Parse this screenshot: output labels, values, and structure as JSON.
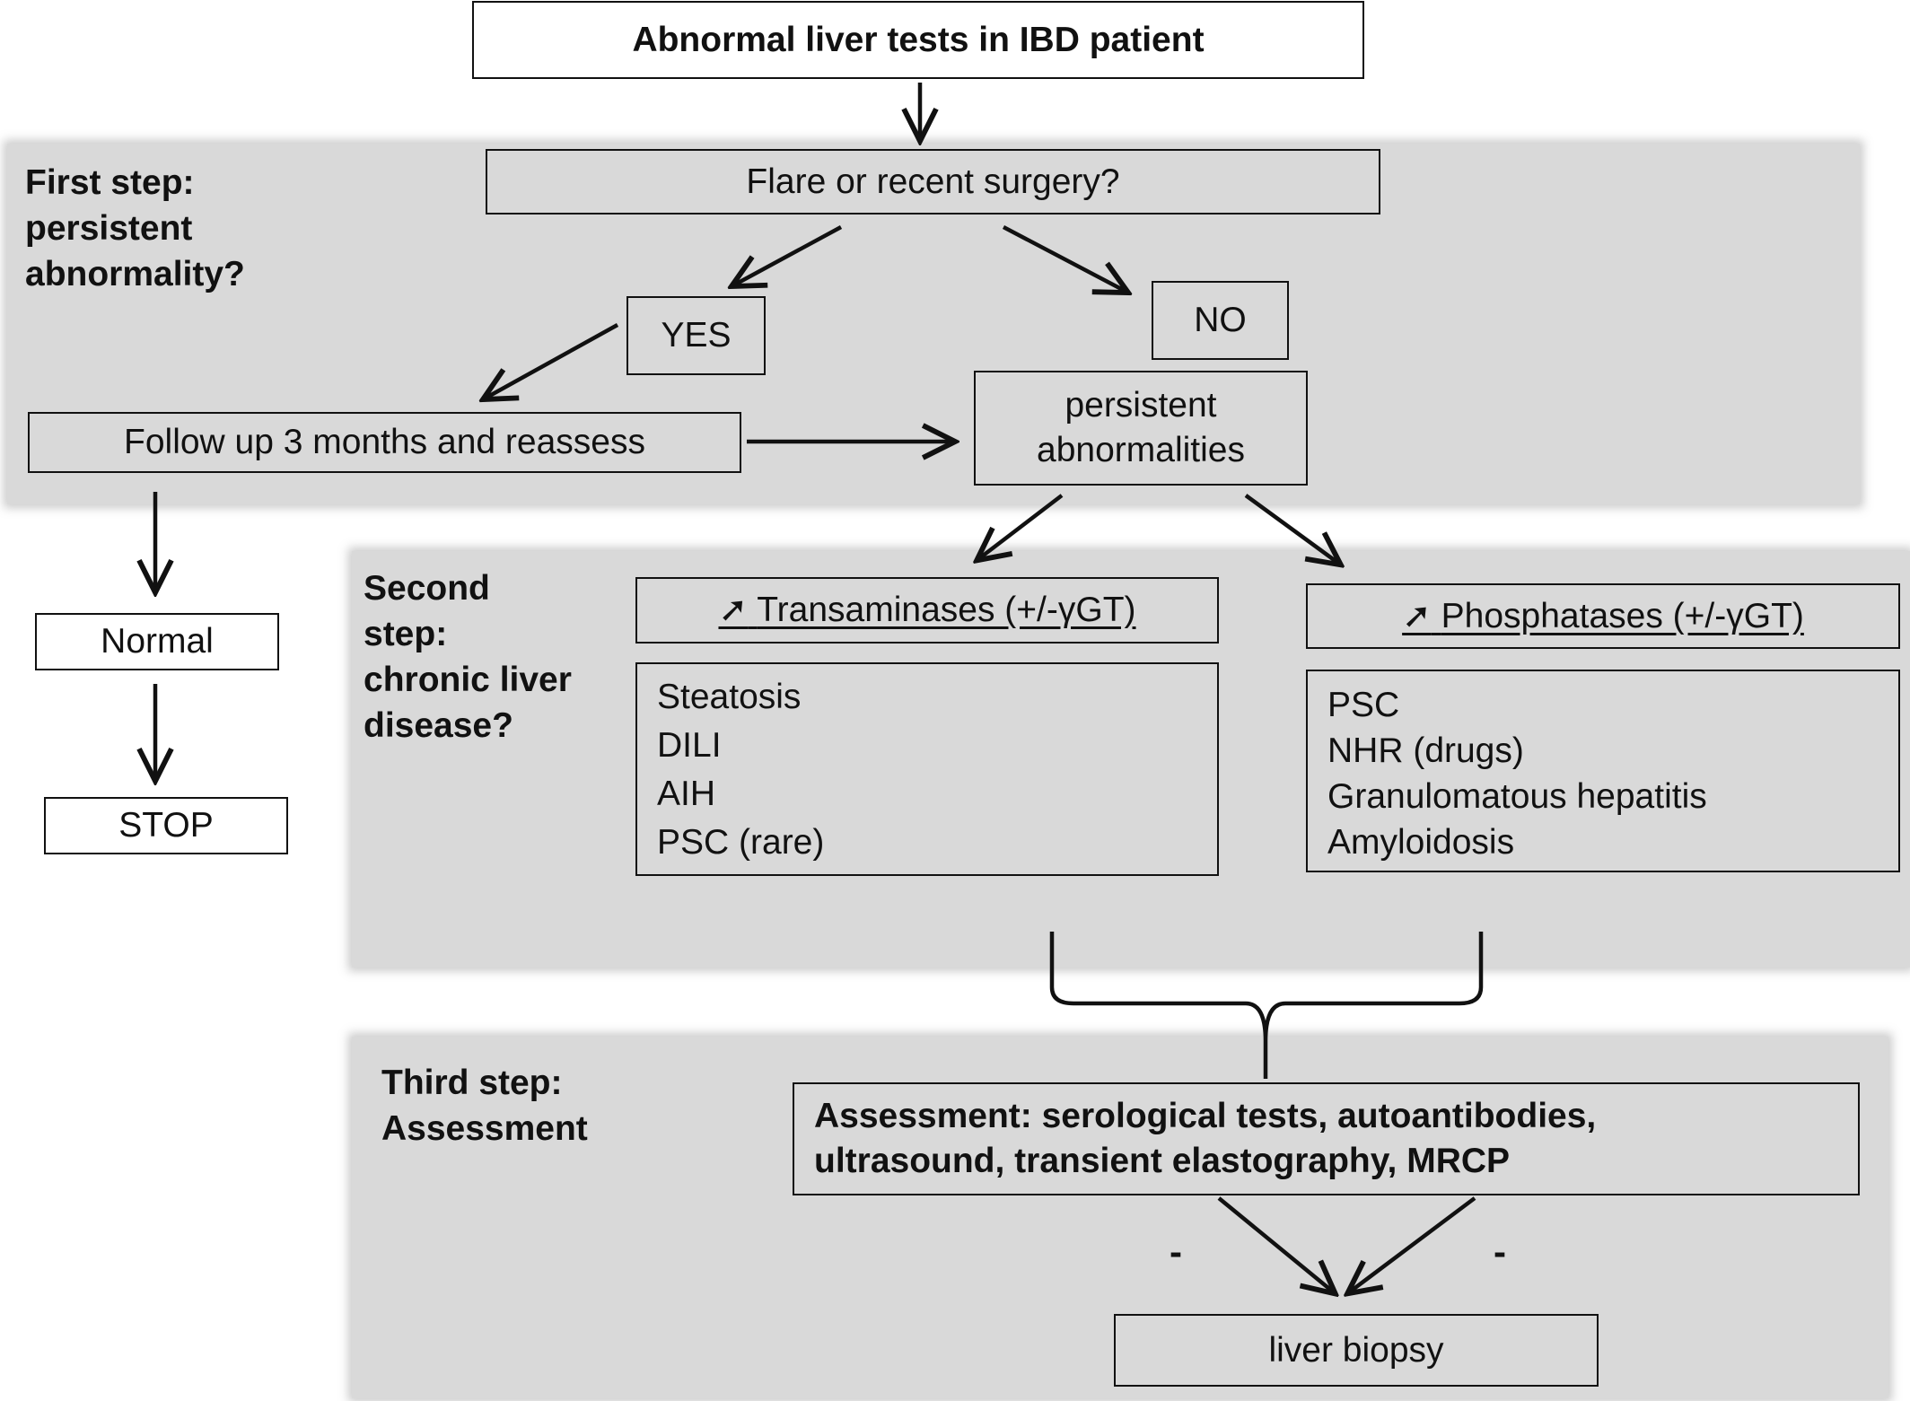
{
  "title": "Abnormal liver tests in IBD patient",
  "step1": {
    "label_lines": [
      "First step:",
      "persistent",
      "abnormality?"
    ],
    "question": "Flare or recent surgery?",
    "yes": "YES",
    "no": "NO",
    "follow_up": "Follow up 3 months and reassess",
    "persistent": [
      "persistent",
      "abnormalities"
    ]
  },
  "side": {
    "normal": "Normal",
    "stop": "STOP"
  },
  "step2": {
    "label_lines": [
      "Second",
      "step:",
      "chronic liver",
      "disease?"
    ],
    "arrow_glyph": "➚",
    "left_header": "Transaminases (+/-γGT)",
    "left_items": [
      "Steatosis",
      "DILI",
      "AIH",
      "PSC (rare)"
    ],
    "right_header": "Phosphatases (+/-γGT)",
    "right_items": [
      "PSC",
      "NHR (drugs)",
      "Granulomatous hepatitis",
      "Amyloidosis"
    ]
  },
  "step3": {
    "label_lines": [
      "Third step:",
      "Assessment"
    ],
    "assessment": [
      "Assessment: serological tests, autoantibodies,",
      "ultrasound, transient elastography, MRCP"
    ],
    "dash_left": "-",
    "dash_right": "-",
    "biopsy": "liver biopsy"
  }
}
